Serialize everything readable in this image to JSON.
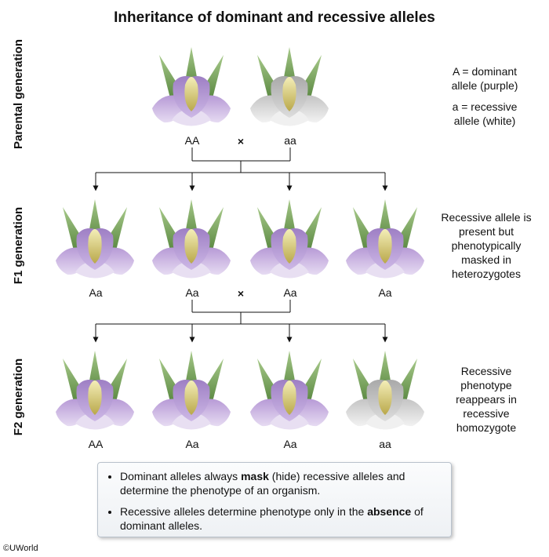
{
  "title": "Inheritance of dominant and recessive alleles",
  "generations": {
    "parental": "Parental generation",
    "f1": "F1 generation",
    "f2": "F2 generation"
  },
  "parental": {
    "left_genotype": "AA",
    "right_genotype": "aa",
    "cross_symbol": "×"
  },
  "f1": {
    "genotypes": [
      "Aa",
      "Aa",
      "Aa",
      "Aa"
    ],
    "cross_symbol": "×"
  },
  "f2": {
    "genotypes": [
      "AA",
      "Aa",
      "Aa",
      "aa"
    ]
  },
  "notes": {
    "dominant": "A = dominant allele (purple)",
    "recessive": "a = recessive allele (white)",
    "f1": "Recessive allele is present but phenotypically masked in heterozygotes",
    "f2": "Recessive phenotype reappears in recessive homozygote"
  },
  "summary": {
    "b1_pre": "Dominant alleles always ",
    "b1_bold": "mask",
    "b1_post": " (hide) recessive alleles and determine the phenotype of an organism.",
    "b2_pre": "Recessive alleles determine phenotype only in the ",
    "b2_bold": "absence",
    "b2_post": " of dominant alleles."
  },
  "copyright": "©UWorld",
  "colors": {
    "purple_petal": "#c9b3e0",
    "white_petal": "#dcdcdc",
    "leaf": "#6f9e4d",
    "center": "#e3d98a"
  }
}
